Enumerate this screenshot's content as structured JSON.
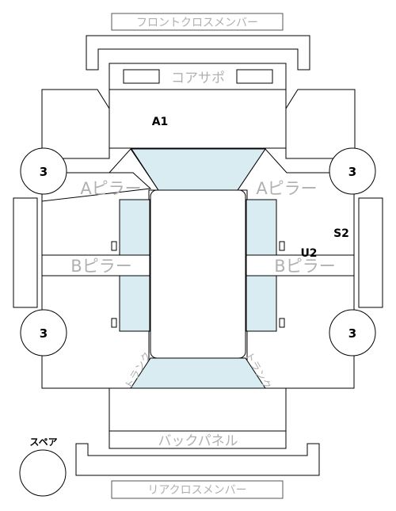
{
  "labels": {
    "front_cross_member": "フロントクロスメンバー",
    "core_support": "コアサポ",
    "a_pillar_left": "Aピラー",
    "a_pillar_right": "Aピラー",
    "b_pillar_left": "Bピラー",
    "b_pillar_right": "Bピラー",
    "back_panel": "バックパネル",
    "rear_cross_member": "リアクロスメンバー",
    "spare": "スペア",
    "trunk_left": "トランク",
    "trunk_right": "トランク"
  },
  "tires": {
    "front_left": "3",
    "front_right": "3",
    "rear_left": "3",
    "rear_right": "3"
  },
  "codes": {
    "bonnet": "A1",
    "right_side_upper": "S2",
    "right_door": "U2"
  },
  "colors": {
    "glass": "#d8ecf2",
    "label_text": "#b0b0b0",
    "outline": "#000000"
  }
}
